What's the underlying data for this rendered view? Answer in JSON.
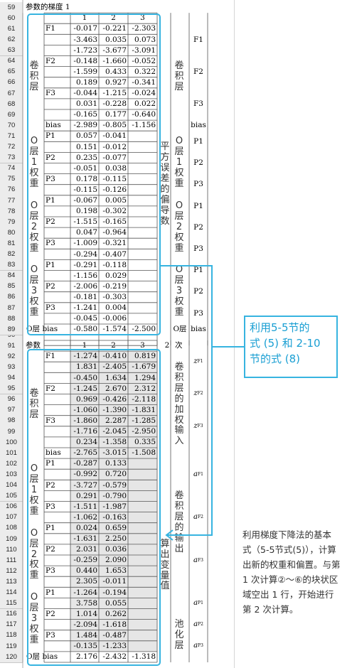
{
  "top_title": "参数的梯度 1",
  "bottom_title": "参数",
  "col_headers": [
    "1",
    "2",
    "3"
  ],
  "top_rows": [
    {
      "row": "61",
      "lab": "F1",
      "v": [
        "-0.017",
        "-0.221",
        "-2.303"
      ]
    },
    {
      "row": "62",
      "lab": "",
      "v": [
        "-3.463",
        "0.035",
        "0.073"
      ]
    },
    {
      "row": "63",
      "lab": "",
      "v": [
        "-1.723",
        "-3.677",
        "-3.091"
      ]
    },
    {
      "row": "64",
      "lab": "F2",
      "v": [
        "-0.148",
        "-1.660",
        "-0.052"
      ]
    },
    {
      "row": "65",
      "lab": "",
      "v": [
        "-1.599",
        "0.433",
        "0.322"
      ]
    },
    {
      "row": "66",
      "lab": "",
      "v": [
        "0.189",
        "0.927",
        "-0.341"
      ]
    },
    {
      "row": "67",
      "lab": "F3",
      "v": [
        "-0.044",
        "-1.215",
        "-0.024"
      ]
    },
    {
      "row": "68",
      "lab": "",
      "v": [
        "0.031",
        "-0.228",
        "0.022"
      ]
    },
    {
      "row": "69",
      "lab": "",
      "v": [
        "-0.165",
        "0.177",
        "-0.640"
      ]
    },
    {
      "row": "70",
      "lab": "bias",
      "v": [
        "-2.989",
        "-0.805",
        "-1.156"
      ]
    },
    {
      "row": "71",
      "lab": "P1",
      "v": [
        "0.057",
        "-0.041",
        ""
      ]
    },
    {
      "row": "72",
      "lab": "",
      "v": [
        "0.151",
        "-0.012",
        ""
      ]
    },
    {
      "row": "73",
      "lab": "P2",
      "v": [
        "0.235",
        "-0.077",
        ""
      ]
    },
    {
      "row": "74",
      "lab": "",
      "v": [
        "-0.051",
        "0.038",
        ""
      ]
    },
    {
      "row": "75",
      "lab": "P3",
      "v": [
        "0.178",
        "-0.115",
        ""
      ]
    },
    {
      "row": "76",
      "lab": "",
      "v": [
        "-0.115",
        "-0.126",
        ""
      ]
    },
    {
      "row": "77",
      "lab": "P1",
      "v": [
        "-0.067",
        "0.005",
        ""
      ]
    },
    {
      "row": "78",
      "lab": "",
      "v": [
        "0.198",
        "-0.302",
        ""
      ]
    },
    {
      "row": "79",
      "lab": "P2",
      "v": [
        "-1.515",
        "-0.165",
        ""
      ]
    },
    {
      "row": "80",
      "lab": "",
      "v": [
        "0.047",
        "-0.964",
        ""
      ]
    },
    {
      "row": "81",
      "lab": "P3",
      "v": [
        "-1.009",
        "-0.321",
        ""
      ]
    },
    {
      "row": "82",
      "lab": "",
      "v": [
        "-0.294",
        "-0.407",
        ""
      ]
    },
    {
      "row": "83",
      "lab": "P1",
      "v": [
        "-0.291",
        "-0.118",
        ""
      ]
    },
    {
      "row": "84",
      "lab": "",
      "v": [
        "-1.156",
        "0.029",
        ""
      ]
    },
    {
      "row": "85",
      "lab": "P2",
      "v": [
        "-2.006",
        "-0.219",
        ""
      ]
    },
    {
      "row": "86",
      "lab": "",
      "v": [
        "-0.181",
        "-0.303",
        ""
      ]
    },
    {
      "row": "87",
      "lab": "P3",
      "v": [
        "-1.241",
        "0.004",
        ""
      ]
    },
    {
      "row": "88",
      "lab": "",
      "v": [
        "-0.045",
        "-0.006",
        ""
      ]
    },
    {
      "row": "89",
      "lab": "O层 bias",
      "v": [
        "-0.580",
        "-1.574",
        "-2.500"
      ]
    }
  ],
  "bottom_rows": [
    {
      "row": "92",
      "lab": "F1",
      "v": [
        "-1.274",
        "-0.410",
        "0.819"
      ]
    },
    {
      "row": "93",
      "lab": "",
      "v": [
        "1.831",
        "-2.405",
        "-1.679"
      ]
    },
    {
      "row": "94",
      "lab": "",
      "v": [
        "-0.450",
        "1.634",
        "1.294"
      ]
    },
    {
      "row": "95",
      "lab": "F2",
      "v": [
        "-1.245",
        "2.670",
        "2.312"
      ]
    },
    {
      "row": "96",
      "lab": "",
      "v": [
        "0.969",
        "-0.426",
        "-2.118"
      ]
    },
    {
      "row": "97",
      "lab": "",
      "v": [
        "-1.060",
        "-1.390",
        "-1.831"
      ]
    },
    {
      "row": "98",
      "lab": "F3",
      "v": [
        "-1.860",
        "2.287",
        "-1.285"
      ]
    },
    {
      "row": "99",
      "lab": "",
      "v": [
        "-1.716",
        "-2.045",
        "-2.950"
      ]
    },
    {
      "row": "100",
      "lab": "",
      "v": [
        "0.234",
        "-1.358",
        "0.335"
      ]
    },
    {
      "row": "101",
      "lab": "bias",
      "v": [
        "-2.765",
        "-3.015",
        "-1.508"
      ]
    },
    {
      "row": "102",
      "lab": "P1",
      "v": [
        "-0.287",
        "0.133",
        ""
      ]
    },
    {
      "row": "103",
      "lab": "",
      "v": [
        "-0.992",
        "0.720",
        ""
      ]
    },
    {
      "row": "104",
      "lab": "P2",
      "v": [
        "-3.727",
        "-0.579",
        ""
      ]
    },
    {
      "row": "105",
      "lab": "",
      "v": [
        "0.291",
        "-0.790",
        ""
      ]
    },
    {
      "row": "106",
      "lab": "P3",
      "v": [
        "-1.511",
        "-1.987",
        ""
      ]
    },
    {
      "row": "107",
      "lab": "",
      "v": [
        "-1.062",
        "-0.163",
        ""
      ]
    },
    {
      "row": "108",
      "lab": "P1",
      "v": [
        "0.024",
        "0.659",
        ""
      ]
    },
    {
      "row": "109",
      "lab": "",
      "v": [
        "-1.631",
        "2.250",
        ""
      ]
    },
    {
      "row": "110",
      "lab": "P2",
      "v": [
        "2.031",
        "0.036",
        ""
      ]
    },
    {
      "row": "111",
      "lab": "",
      "v": [
        "-0.259",
        "2.090",
        ""
      ]
    },
    {
      "row": "112",
      "lab": "P3",
      "v": [
        "0.440",
        "1.653",
        ""
      ]
    },
    {
      "row": "113",
      "lab": "",
      "v": [
        "2.305",
        "-0.011",
        ""
      ]
    },
    {
      "row": "114",
      "lab": "P1",
      "v": [
        "-1.264",
        "-0.194",
        ""
      ]
    },
    {
      "row": "115",
      "lab": "",
      "v": [
        "3.758",
        "0.055",
        ""
      ]
    },
    {
      "row": "116",
      "lab": "P2",
      "v": [
        "1.014",
        "0.262",
        ""
      ]
    },
    {
      "row": "117",
      "lab": "",
      "v": [
        "-2.094",
        "-1.618",
        ""
      ]
    },
    {
      "row": "118",
      "lab": "P3",
      "v": [
        "1.484",
        "-0.487",
        ""
      ]
    },
    {
      "row": "119",
      "lab": "",
      "v": [
        "-0.135",
        "-1.233",
        ""
      ]
    },
    {
      "row": "120",
      "lab": "O层 bias",
      "v": [
        "2.176",
        "-2.432",
        "-1.318"
      ]
    }
  ],
  "left_groups": {
    "conv": [
      "卷",
      "积",
      "层"
    ],
    "o1": [
      "O",
      "层",
      "1",
      "权",
      "重"
    ],
    "o2": [
      "O",
      "层",
      "2",
      "权",
      "重"
    ],
    "o3": [
      "O",
      "层",
      "3",
      "权",
      "重"
    ]
  },
  "top_right": {
    "middle": [
      "平",
      "方",
      "误",
      "差",
      "的",
      "偏",
      "导",
      "数"
    ],
    "conv": [
      "卷",
      "积",
      "层"
    ],
    "o1": [
      "O",
      "层",
      "1",
      "权",
      "重"
    ],
    "o2": [
      "O",
      "层",
      "2",
      "权",
      "重"
    ],
    "o3": [
      "O",
      "层",
      "3",
      "权",
      "重"
    ],
    "labels": [
      "F1",
      "F2",
      "F3",
      "bias",
      "P1",
      "P2",
      "P3",
      "P1",
      "P2",
      "P3",
      "P1",
      "P2",
      "P3",
      "O层",
      "bias"
    ]
  },
  "bottom_right": {
    "round_num": "2",
    "round_label": "次",
    "middle": [
      "算",
      "出",
      "变",
      "量",
      "值"
    ],
    "conv_input": [
      "卷",
      "积",
      "层",
      "的",
      "加",
      "权",
      "输",
      "入"
    ],
    "conv_output": [
      "卷",
      "积",
      "层",
      "的",
      "输",
      "出"
    ],
    "pool": [
      "池",
      "化",
      "层"
    ],
    "z_labels": [
      {
        "b": "z",
        "s": "F1"
      },
      {
        "b": "z",
        "s": "F2"
      },
      {
        "b": "z",
        "s": "F3"
      }
    ],
    "a_labels": [
      {
        "b": "a",
        "s": "F1"
      },
      {
        "b": "a",
        "s": "F2"
      },
      {
        "b": "a",
        "s": "F3"
      },
      {
        "b": "a",
        "s": "P1"
      },
      {
        "b": "a",
        "s": "P2"
      },
      {
        "b": "a",
        "s": "P3"
      }
    ]
  },
  "callout": {
    "lines": [
      "利用5-5节的",
      "式 (5) 和 2-10",
      "节的式 (8)"
    ]
  },
  "note": {
    "lines": [
      "利用梯度下降法的基本",
      "式（5-5节式(5)），计算",
      "出新的权重和偏置。与第",
      "1 次计算②～⑥的块状区",
      "域空出 1 行，开始进行",
      "第 2 次计算。"
    ]
  },
  "colors": {
    "accent": "#37b4e0",
    "row_header": "#ececec",
    "shaded": "#e6e6e6"
  },
  "empty_row_labels": [
    "59",
    "60",
    "90",
    "91"
  ]
}
